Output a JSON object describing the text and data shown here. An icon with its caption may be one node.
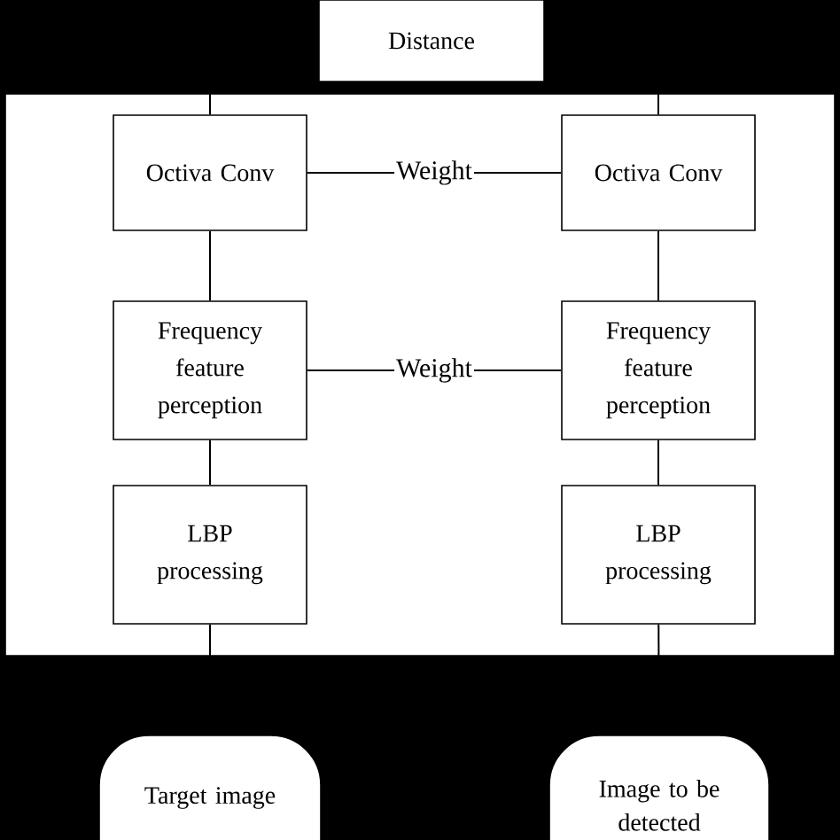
{
  "diagram": {
    "nodes": [
      {
        "text": [
          "Distance"
        ]
      },
      {
        "text": [
          "Octiva Conv"
        ]
      },
      {
        "text": [
          "Octiva Conv"
        ]
      },
      {
        "text": [
          "Frequency feature perception"
        ]
      },
      {
        "text": [
          "Frequency feature perception"
        ]
      },
      {
        "text": [
          "LBP processing"
        ]
      },
      {
        "text": [
          "LBP processing"
        ]
      },
      {
        "text": [
          "Target image"
        ]
      },
      {
        "text": [
          "Image to be detected"
        ]
      }
    ],
    "edges": [
      {
        "from": 7,
        "to": 5,
        "arrow": "none"
      },
      {
        "from": 8,
        "to": 6,
        "arrow": "none"
      },
      {
        "from": 5,
        "to": 3,
        "arrow": "none"
      },
      {
        "from": 6,
        "to": 4,
        "arrow": "none"
      },
      {
        "from": 3,
        "to": 1,
        "arrow": "none"
      },
      {
        "from": 4,
        "to": 2,
        "arrow": "none"
      },
      {
        "from": 1,
        "to": 0,
        "arrow": "none"
      },
      {
        "from": 2,
        "to": 0,
        "arrow": "none"
      },
      {
        "from": 1,
        "to": 2,
        "label": "Weight",
        "arrow": "none"
      },
      {
        "from": 3,
        "to": 4,
        "label": "Weight",
        "arrow": "none"
      }
    ]
  }
}
